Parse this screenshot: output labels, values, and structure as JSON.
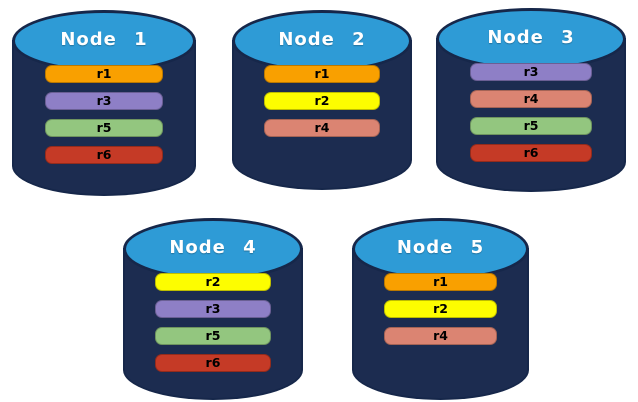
{
  "diagram": {
    "description": "Database nodes with replica placement",
    "colors": {
      "background": "#FFFFFF",
      "cylinder_body": "#1C2C50",
      "cylinder_top": "#2E9BD6",
      "cylinder_outline": "#16274A",
      "title_text": "#FFFFFF",
      "bar_text": "#000000"
    },
    "replica_colors": {
      "r1": "#F9A000",
      "r2": "#FDFD00",
      "r3": "#8E7FC6",
      "r4": "#DB8472",
      "r5": "#93C67F",
      "r6": "#C53A26"
    }
  },
  "nodes": [
    {
      "title": "Node 1",
      "replicas": [
        "r1",
        "r3",
        "r5",
        "r6"
      ]
    },
    {
      "title": "Node 2",
      "replicas": [
        "r1",
        "r2",
        "r4"
      ]
    },
    {
      "title": "Node 3",
      "replicas": [
        "r3",
        "r4",
        "r5",
        "r6"
      ]
    },
    {
      "title": "Node 4",
      "replicas": [
        "r2",
        "r3",
        "r5",
        "r6"
      ]
    },
    {
      "title": "Node 5",
      "replicas": [
        "r1",
        "r2",
        "r4"
      ]
    }
  ]
}
